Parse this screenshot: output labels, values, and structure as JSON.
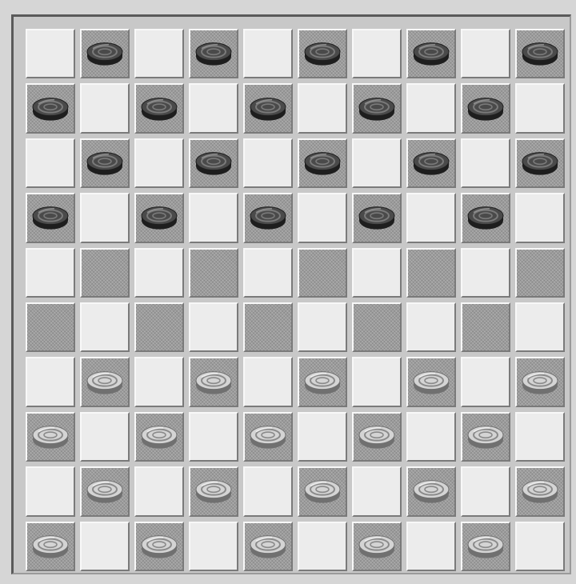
{
  "board": {
    "size": 10,
    "colors": {
      "light_square": "#ececec",
      "dark_square": "#9c9c9c",
      "black_piece": "#3a3a3a",
      "white_piece": "#b8b8b8"
    },
    "rows": [
      [
        "-",
        "b",
        "-",
        "b",
        "-",
        "b",
        "-",
        "b",
        "-",
        "b"
      ],
      [
        "b",
        "-",
        "b",
        "-",
        "b",
        "-",
        "b",
        "-",
        "b",
        "-"
      ],
      [
        "-",
        "b",
        "-",
        "b",
        "-",
        "b",
        "-",
        "b",
        "-",
        "b"
      ],
      [
        "b",
        "-",
        "b",
        "-",
        "b",
        "-",
        "b",
        "-",
        "b",
        "-"
      ],
      [
        "-",
        "",
        "-",
        "",
        "-",
        "",
        "-",
        "",
        "-",
        ""
      ],
      [
        "",
        "-",
        "",
        "-",
        "",
        "-",
        "",
        "-",
        "",
        "-"
      ],
      [
        "-",
        "w",
        "-",
        "w",
        "-",
        "w",
        "-",
        "w",
        "-",
        "w"
      ],
      [
        "w",
        "-",
        "w",
        "-",
        "w",
        "-",
        "w",
        "-",
        "w",
        "-"
      ],
      [
        "-",
        "w",
        "-",
        "w",
        "-",
        "w",
        "-",
        "w",
        "-",
        "w"
      ],
      [
        "w",
        "-",
        "w",
        "-",
        "w",
        "-",
        "w",
        "-",
        "w",
        "-"
      ]
    ],
    "piece_icons": {
      "b": "black-checker-piece-icon",
      "w": "white-checker-piece-icon"
    }
  }
}
